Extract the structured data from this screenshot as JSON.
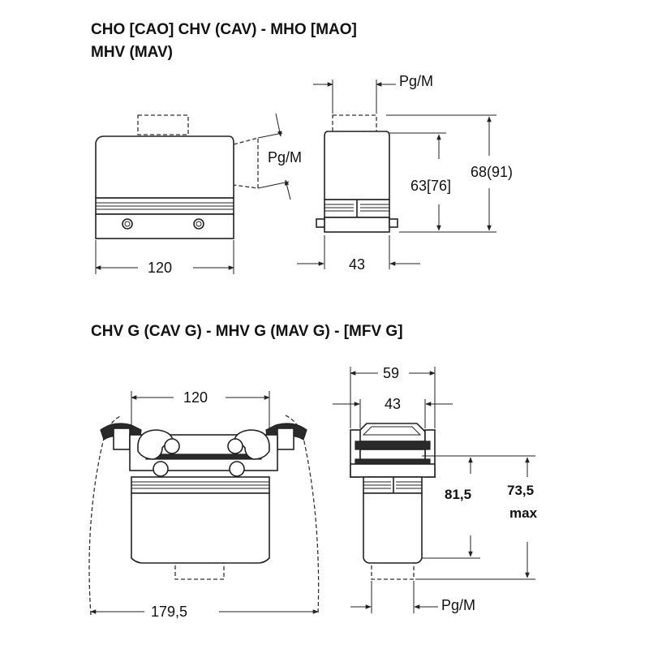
{
  "top_drawing": {
    "title_line1": "CHO [CAO]  CHV (CAV) - MHO [MAO]",
    "title_line2": "MHV (MAV)",
    "front_view": {
      "thread_label": "Pg/M",
      "width_label": "120"
    },
    "side_view": {
      "thread_label": "Pg/M",
      "width_label": "43",
      "height_inner_label": "63[76]",
      "height_outer_label": "68(91)"
    }
  },
  "bottom_drawing": {
    "title": "CHV G (CAV G) - MHV G (MAV G) - [MFV G]",
    "front_view": {
      "top_width_label": "120",
      "overall_width_label": "179,5"
    },
    "side_view": {
      "outer_width_label": "59",
      "inner_width_label": "43",
      "height_label": "81,5",
      "max_height_value": "73,5",
      "max_height_suffix": "max",
      "thread_label": "Pg/M"
    }
  }
}
